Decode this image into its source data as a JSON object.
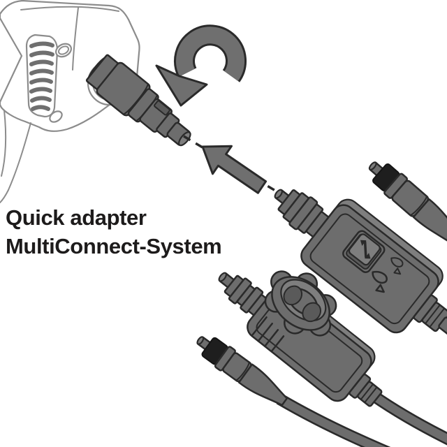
{
  "title": "Quick adapter MultiConnect-System",
  "caption": {
    "line1": "Quick adapter",
    "line2": "MultiConnect-System"
  },
  "colors": {
    "background": "#ffffff",
    "part_gray": "#6d6d6d",
    "part_gray_light": "#7e7e7e",
    "part_gray_dark": "#5a5a5a",
    "outline_dark": "#2a2a2a",
    "black_ring": "#1e1e1e",
    "lineart_stroke": "#8c8c8c",
    "arrow_gray": "#6f6f6f",
    "text": "#1d1b1b"
  },
  "icons": {
    "rotation_arrow": "counterclockwise-rotation-arrow",
    "insert_arrow": "insert-direction-arrow",
    "rocker_switch": "valve-rocker-switch",
    "spray_small": "spray-drop-small-icon",
    "spray_large": "spray-drop-large-icon"
  }
}
